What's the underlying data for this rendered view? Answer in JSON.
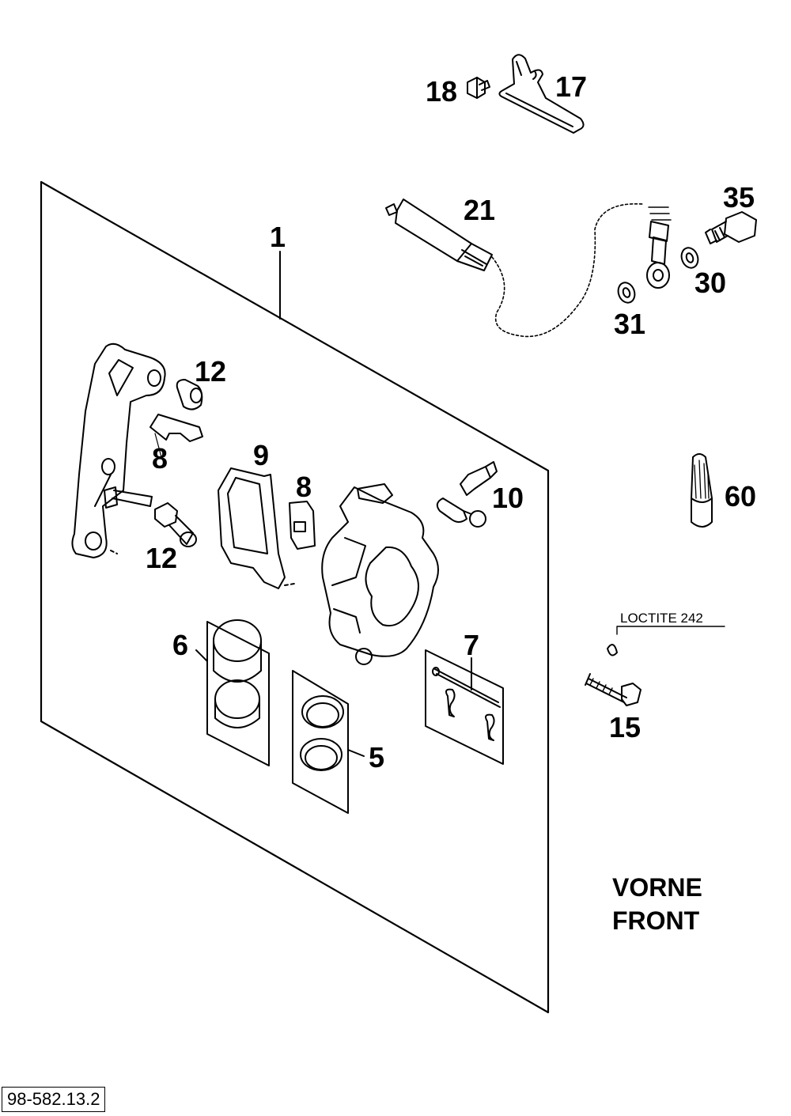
{
  "callouts": {
    "c1": "1",
    "c5": "5",
    "c6": "6",
    "c7": "7",
    "c8a": "8",
    "c8b": "8",
    "c9": "9",
    "c10": "10",
    "c12a": "12",
    "c12b": "12",
    "c15": "15",
    "c17": "17",
    "c18": "18",
    "c21": "21",
    "c30": "30",
    "c31": "31",
    "c35": "35",
    "c60": "60"
  },
  "note": "LOCTITE 242",
  "heading": {
    "line1": "VORNE",
    "line2": "FRONT"
  },
  "doc_number": "98-582.13.2"
}
